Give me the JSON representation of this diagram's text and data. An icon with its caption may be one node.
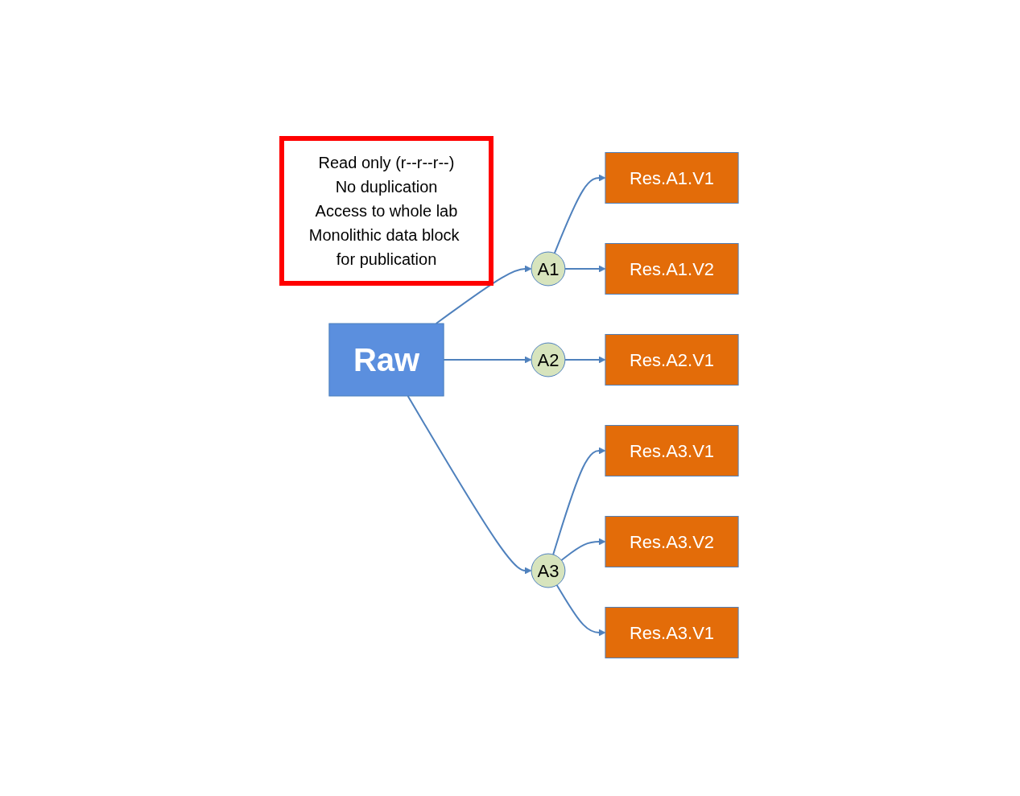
{
  "diagram": {
    "nodes": [
      {
        "text": [
          "Raw"
        ]
      },
      {
        "text": [
          "A1"
        ]
      },
      {
        "text": [
          "A2"
        ]
      },
      {
        "text": [
          "A3"
        ]
      },
      {
        "text": [
          "Res.A1.V1"
        ]
      },
      {
        "text": [
          "Res.A1.V2"
        ]
      },
      {
        "text": [
          "Res.A2.V1"
        ]
      },
      {
        "text": [
          "Res.A3.V1"
        ]
      },
      {
        "text": [
          "Res.A3.V2"
        ]
      },
      {
        "text": [
          "Res.A3.V1"
        ]
      },
      {
        "text": [
          "Read only (r--r--r--)",
          "No duplication",
          "Access to whole lab",
          "Monolithic data block for publication"
        ]
      }
    ],
    "edges": [
      {
        "from": 0,
        "to": 1,
        "arrow": "to"
      },
      {
        "from": 0,
        "to": 2,
        "arrow": "to"
      },
      {
        "from": 0,
        "to": 3,
        "arrow": "to"
      },
      {
        "from": 1,
        "to": 4,
        "arrow": "to"
      },
      {
        "from": 1,
        "to": 5,
        "arrow": "to"
      },
      {
        "from": 2,
        "to": 6,
        "arrow": "to"
      },
      {
        "from": 3,
        "to": 7,
        "arrow": "to"
      },
      {
        "from": 3,
        "to": 8,
        "arrow": "to"
      },
      {
        "from": 3,
        "to": 9,
        "arrow": "to"
      }
    ]
  }
}
